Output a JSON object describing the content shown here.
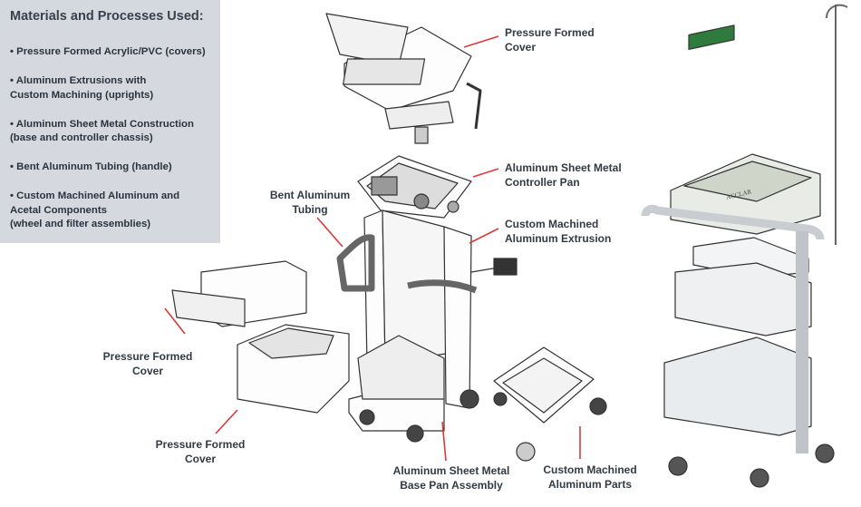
{
  "panel": {
    "title": "Materials and Processes Used:",
    "items": [
      "• Pressure Formed Acrylic/PVC (covers)",
      "• Aluminum Extrusions with\n  Custom Machining (uprights)",
      "• Aluminum Sheet Metal Construction\n  (base and controller chassis)",
      "• Bent Aluminum Tubing (handle)",
      "• Custom Machined Aluminum and\n  Acetal Components\n  (wheel and filter assemblies)"
    ]
  },
  "callouts": {
    "top_cover": "Pressure Formed\nCover",
    "controller_pan": "Aluminum Sheet Metal\nController Pan",
    "extrusion": "Custom Machined\nAluminum Extrusion",
    "tubing": "Bent Aluminum\nTubing",
    "drawer_cover": "Pressure Formed\nCover",
    "base_cover": "Pressure Formed\nCover",
    "base_pan": "Aluminum Sheet Metal\nBase Pan Assembly",
    "machined_parts": "Custom Machined\nAluminum Parts"
  },
  "device_label": "ACCLAR",
  "colors": {
    "panel_bg": "#d5d9df",
    "leader_line": "#d93a3a",
    "title_text": "#37404c"
  }
}
